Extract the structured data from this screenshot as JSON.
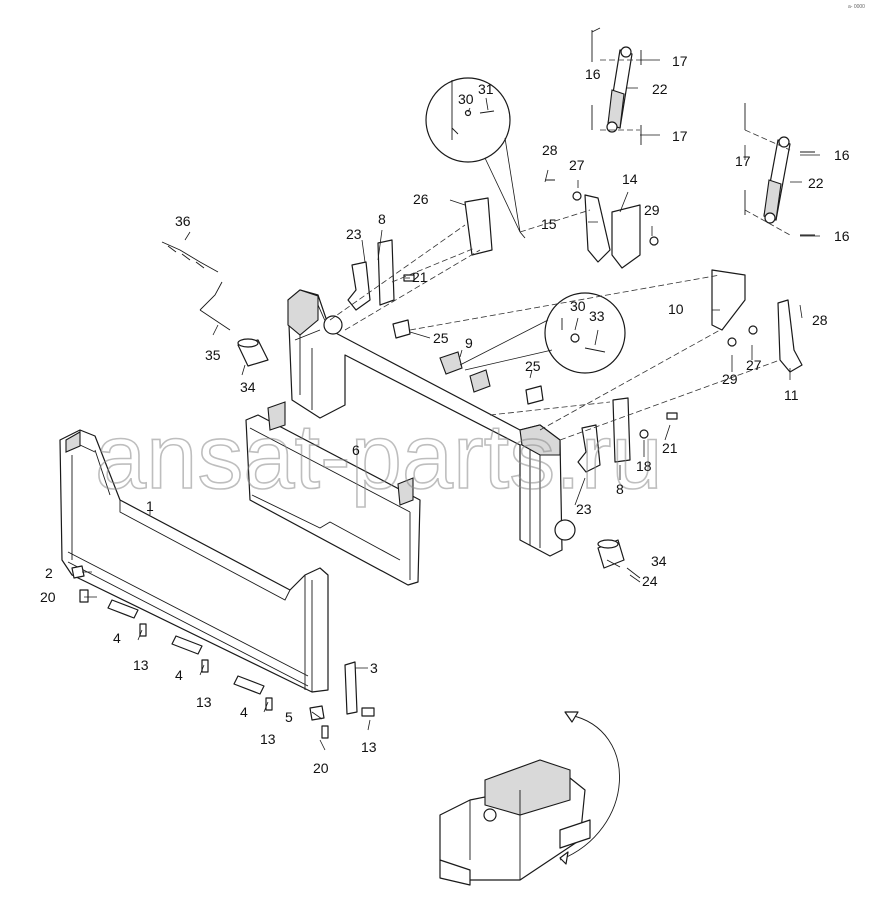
{
  "watermark": "ansat-parts.ru",
  "corner_mark": "a- 0000",
  "callouts": {
    "c1": "1",
    "c2": "2",
    "c3": "3",
    "c4a": "4",
    "c4b": "4",
    "c4c": "4",
    "c5": "5",
    "c6": "6",
    "c8a": "8",
    "c8b": "8",
    "c9": "9",
    "c10": "10",
    "c11": "11",
    "c13a": "13",
    "c13b": "13",
    "c13c": "13",
    "c13d": "13",
    "c14": "14",
    "c15": "15",
    "c16a": "16",
    "c16b": "16",
    "c16c": "16",
    "c17a": "17",
    "c17b": "17",
    "c17c": "17",
    "c18": "18",
    "c20a": "20",
    "c20b": "20",
    "c21a": "21",
    "c21b": "21",
    "c22a": "22",
    "c22b": "22",
    "c23a": "23",
    "c23b": "23",
    "c24": "24",
    "c25a": "25",
    "c25b": "25",
    "c26": "26",
    "c27a": "27",
    "c27b": "27",
    "c28a": "28",
    "c28b": "28",
    "c29a": "29",
    "c29b": "29",
    "c30a": "30",
    "c30b": "30",
    "c31": "31",
    "c33": "33",
    "c34a": "34",
    "c34b": "34",
    "c35": "35",
    "c36": "36"
  }
}
